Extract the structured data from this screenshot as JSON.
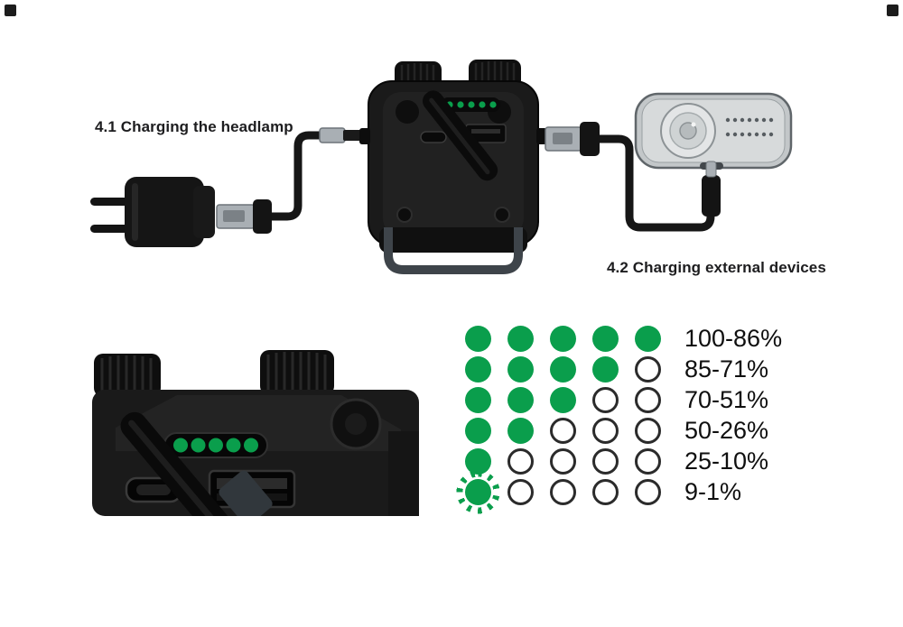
{
  "labels": {
    "charging_headlamp": "4.1 Charging the headlamp",
    "charging_external": "4.2 Charging external devices"
  },
  "battery_legend": {
    "dots_per_row": 5,
    "rows": [
      {
        "filled": 5,
        "blinking": false,
        "label": "100-86%"
      },
      {
        "filled": 4,
        "blinking": false,
        "label": "85-71%"
      },
      {
        "filled": 3,
        "blinking": false,
        "label": "70-51%"
      },
      {
        "filled": 2,
        "blinking": false,
        "label": "50-26%"
      },
      {
        "filled": 1,
        "blinking": false,
        "label": "25-10%"
      },
      {
        "filled": 1,
        "blinking": true,
        "label": "9-1%"
      }
    ]
  },
  "colors": {
    "led_green": "#0a9e4c",
    "dot_outline": "#2b2b2b",
    "text": "#1d1d1f"
  },
  "illustrations": {
    "wall_charger": "wall-charger",
    "usb_cable_left": "usb-cable-charger-to-headlamp",
    "headlamp": "headlamp-power-box",
    "usb_cable_right": "usb-cable-headlamp-to-phone",
    "smartphone": "smartphone",
    "closeup": "headlamp-ports-closeup"
  }
}
